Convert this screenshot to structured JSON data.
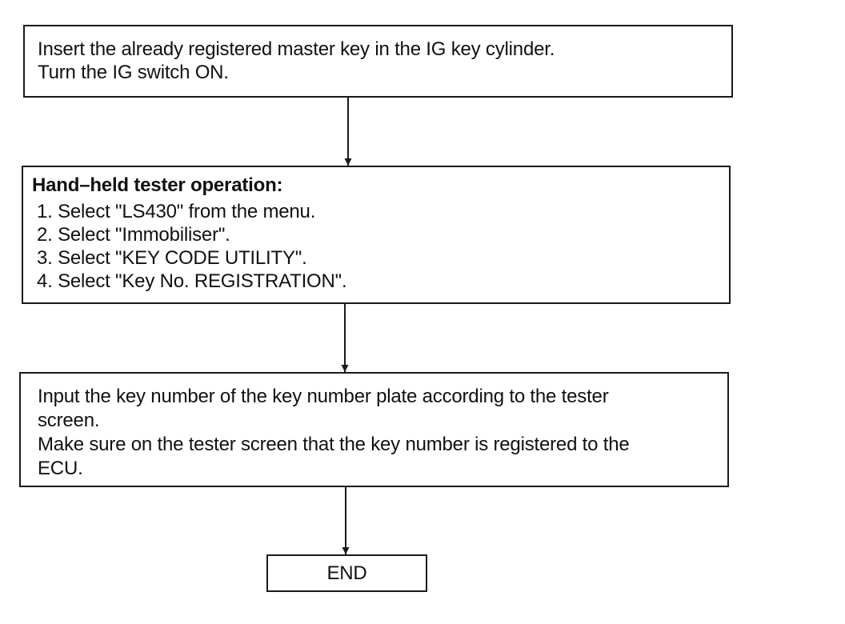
{
  "flowchart": {
    "step1": {
      "lines": [
        "Insert the already registered master key in the IG key cylinder.",
        "Turn the IG switch ON."
      ]
    },
    "step2": {
      "heading": "Hand–held tester operation:",
      "items": [
        "1. Select \"LS430\" from the menu.",
        "2. Select \"Immobiliser\".",
        "3. Select \"KEY CODE UTILITY\".",
        "4. Select \"Key No. REGISTRATION\"."
      ]
    },
    "step3": {
      "lines": [
        "Input the key number of the key number plate according to the tester",
        "screen.",
        "Make sure on the tester screen that the key number is registered to the",
        "ECU."
      ]
    },
    "end": {
      "label": "END"
    }
  }
}
